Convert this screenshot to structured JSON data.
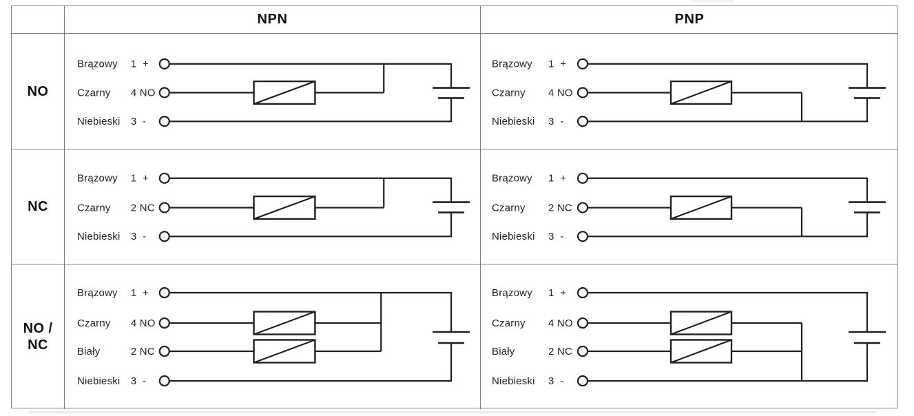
{
  "colors": {
    "wire": "#1f1f1f",
    "grid_line": "#7d7d7d",
    "text": "#1e1e1e",
    "background": "#ffffff"
  },
  "header": {
    "npn": "NPN",
    "pnp": "PNP"
  },
  "rows": [
    {
      "label": "NO",
      "wires": [
        {
          "name": "Brązowy",
          "pin": "1  +"
        },
        {
          "name": "Czarny",
          "pin": "4 NO"
        },
        {
          "name": "Niebieski",
          "pin": "3  -"
        }
      ]
    },
    {
      "label": "NC",
      "wires": [
        {
          "name": "Brązowy",
          "pin": "1  +"
        },
        {
          "name": "Czarny",
          "pin": "2 NC"
        },
        {
          "name": "Niebieski",
          "pin": "3  -"
        }
      ]
    },
    {
      "label_line1": "NO /",
      "label_line2": "NC",
      "wires": [
        {
          "name": "Brązowy",
          "pin": "1  +"
        },
        {
          "name": "Czarny",
          "pin": "4 NO"
        },
        {
          "name": "Biały",
          "pin": "2 NC"
        },
        {
          "name": "Niebieski",
          "pin": "3  -"
        }
      ]
    }
  ]
}
